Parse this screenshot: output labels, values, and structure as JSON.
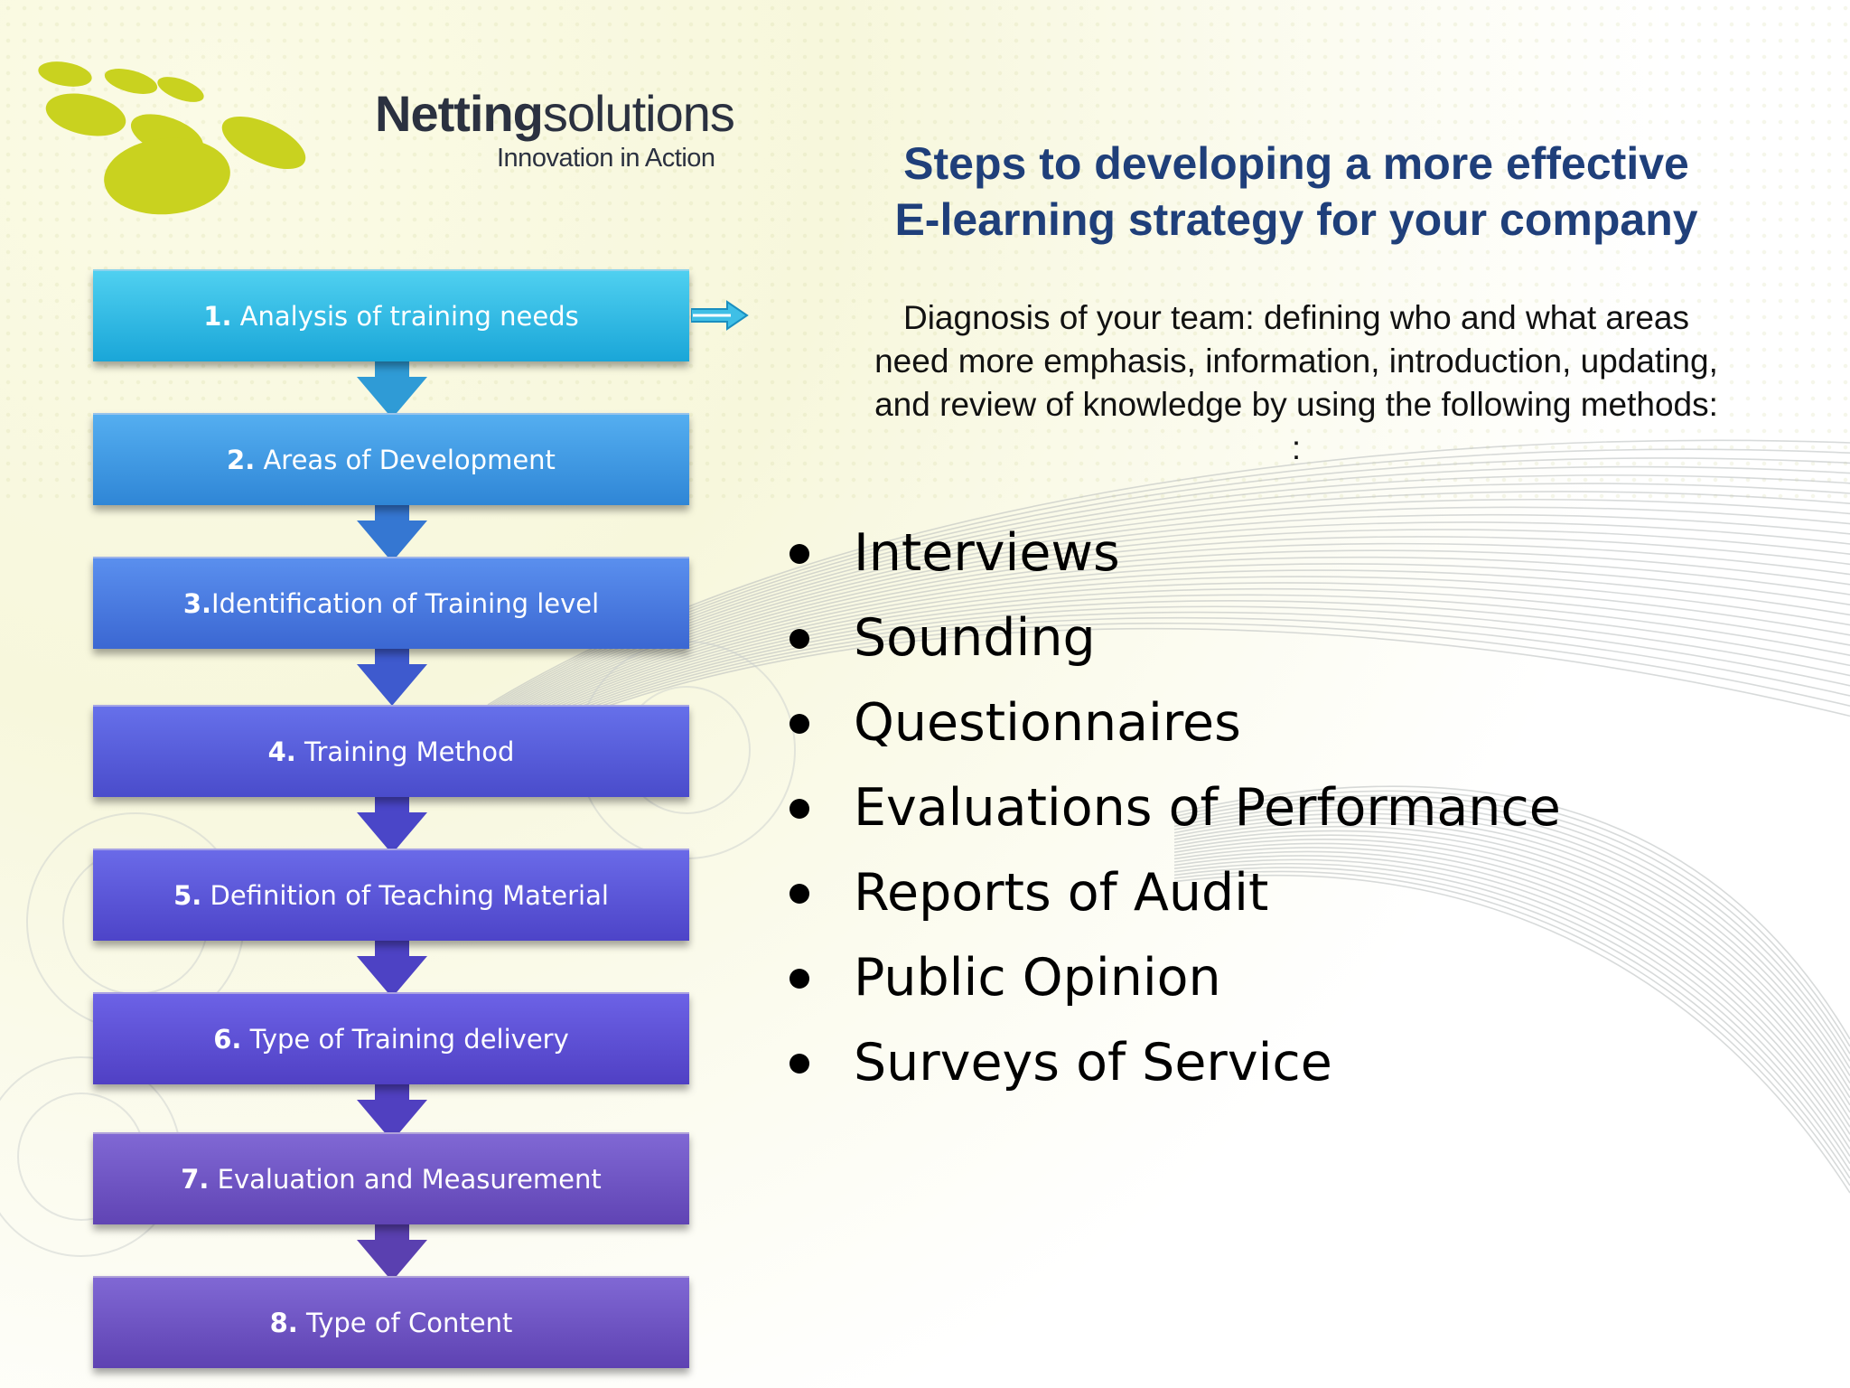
{
  "logo": {
    "brand_bold": "Netting",
    "brand_light": "solutions",
    "tagline": "Innovation in Action"
  },
  "title": {
    "line1": "Steps to developing a more effective",
    "line2": "E-learning strategy for your company"
  },
  "description": {
    "line1": "Diagnosis of your team:  defining who and what areas",
    "line2": "need more emphasis, information, introduction, updating,",
    "line3": "and review of knowledge by using the following methods:",
    "line4": ":"
  },
  "methods": [
    "Interviews",
    "Sounding",
    "Questionnaires",
    "Evaluations of Performance",
    "Reports of Audit",
    "Public Opinion",
    "Surveys of Service"
  ],
  "steps": [
    {
      "num": "1.",
      "label": " Analysis of training needs",
      "color_top": "#4fd0f0",
      "color_bottom": "#1aa6d8"
    },
    {
      "num": "2.",
      "label": " Areas of Development",
      "color_top": "#54aef0",
      "color_bottom": "#2f86d6"
    },
    {
      "num": "3.",
      "label": "Identification of Training level",
      "color_top": "#5a8fee",
      "color_bottom": "#3b67d2"
    },
    {
      "num": "4.",
      "label": " Training Method",
      "color_top": "#6670ea",
      "color_bottom": "#4a4ccb"
    },
    {
      "num": "5.",
      "label": " Definition of Teaching Material",
      "color_top": "#6a6ae8",
      "color_bottom": "#4d44c8"
    },
    {
      "num": "6.",
      "label": " Type of Training delivery",
      "color_top": "#6c62e6",
      "color_bottom": "#5040c4"
    },
    {
      "num": "7.",
      "label": " Evaluation and Measurement",
      "color_top": "#8068d4",
      "color_bottom": "#6044b4"
    },
    {
      "num": "8.",
      "label": " Type of Content",
      "color_top": "#8068d4",
      "color_bottom": "#5e42b2"
    }
  ],
  "colors": {
    "title": "#1f3f7a",
    "logo_dots": "#c9d21f",
    "arrow_cyan": "#3fbfe6"
  }
}
